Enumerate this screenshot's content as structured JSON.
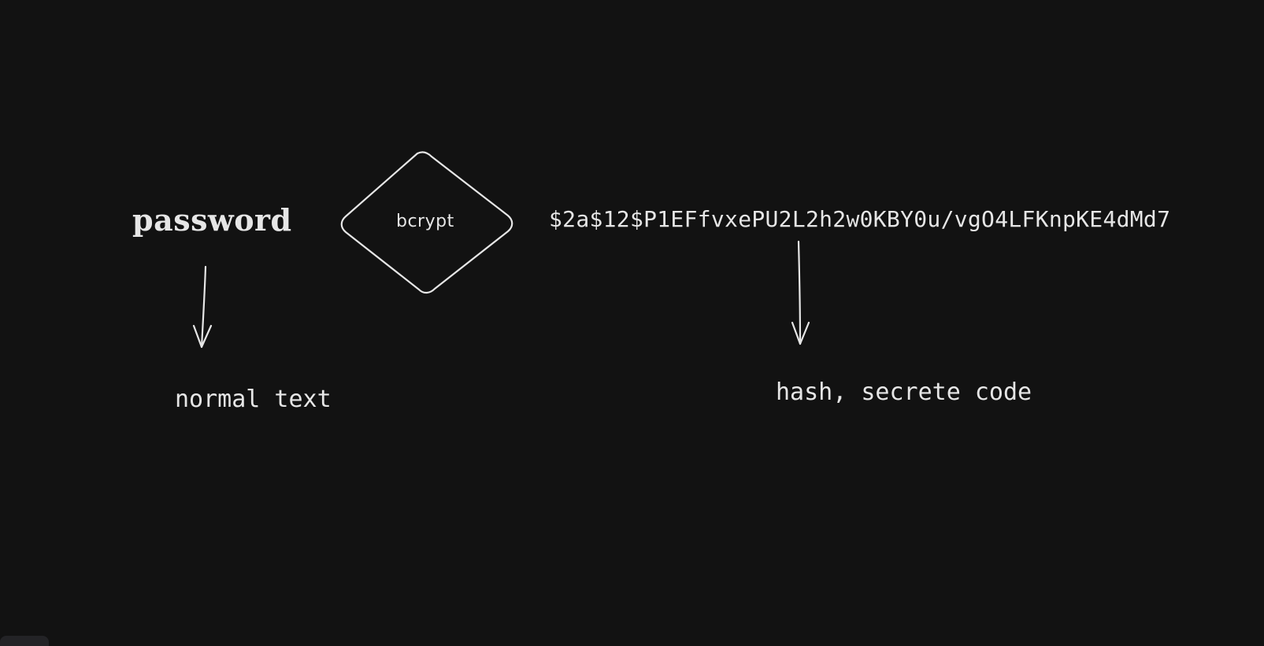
{
  "diagram": {
    "source_label": "password",
    "process_label": "bcrypt",
    "output_hash": "$2a$12$P1EFfvxePU2L2h2w0KBY0u/vgO4LFKnpKE4dMd7",
    "source_caption": "normal text",
    "output_caption": "hash, secrete code"
  },
  "colors": {
    "background": "#121212",
    "stroke": "#e6e6e6",
    "text": "#e6e6e6"
  }
}
